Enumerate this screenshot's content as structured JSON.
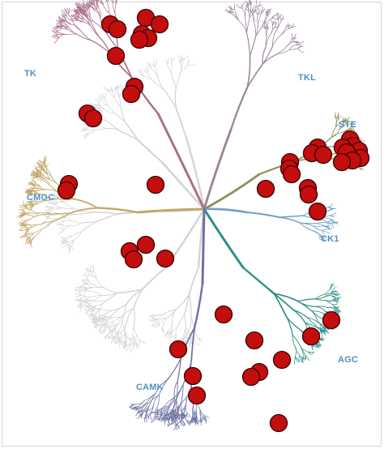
{
  "colors": {
    "TK": "#a86f8c",
    "TKL": "#9a8299",
    "STE": "#8e8f55",
    "CK1": "#6fa0c4",
    "AGC": "#2d8f86",
    "CAMK": "#6e71a4",
    "CMGC": "#c2a766",
    "Other": "#d4d4d4",
    "label": "#4f90c6",
    "marker_fill": "#c40d0d",
    "marker_stroke": "#3a0000"
  },
  "groups": [
    {
      "id": "TK",
      "label": "TK"
    },
    {
      "id": "TKL",
      "label": "TKL"
    },
    {
      "id": "STE",
      "label": "STE"
    },
    {
      "id": "CK1",
      "label": "CK1"
    },
    {
      "id": "CMGC",
      "label": "CMGC"
    },
    {
      "id": "AGC",
      "label": "AGC"
    },
    {
      "id": "CAMK",
      "label": "CAMK"
    }
  ],
  "highlighted_kinases": {
    "TK": 12,
    "STE": 14,
    "TKL": 0,
    "CK1": 1,
    "CMGC": 2,
    "AGC": 4,
    "CAMK": 10,
    "Other": 5
  }
}
